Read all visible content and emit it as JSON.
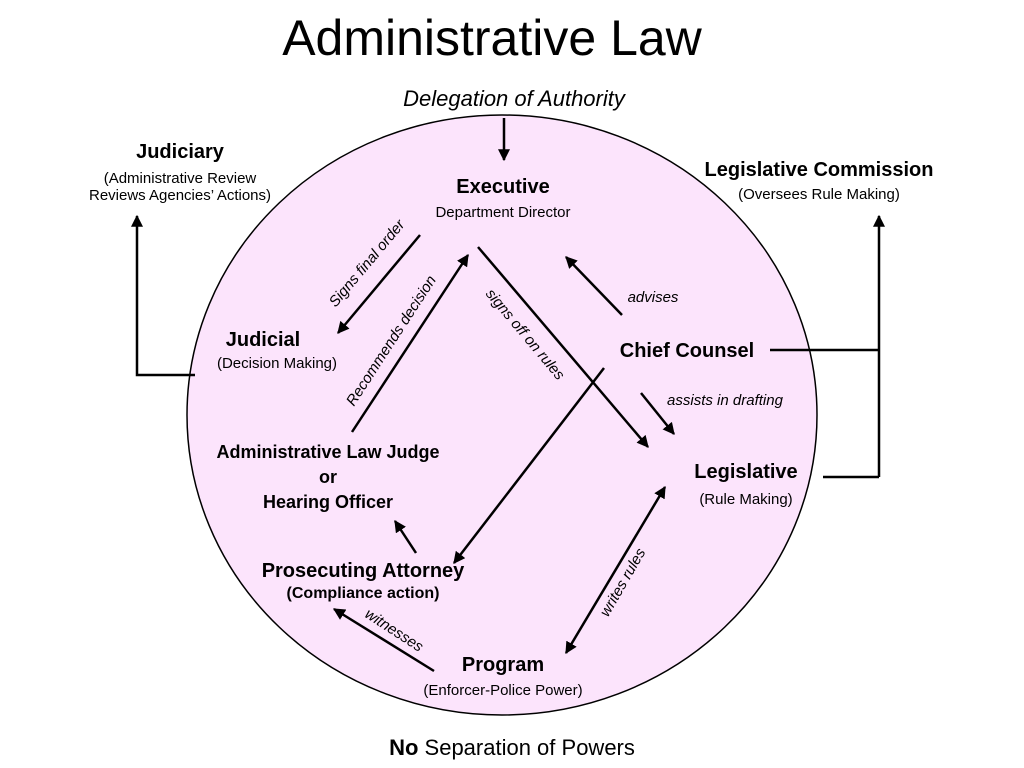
{
  "title": "Administrative Law",
  "subtitle": "Delegation of Authority",
  "footer": {
    "bold": "No",
    "rest": " Separation of Powers"
  },
  "nodes": {
    "judiciary": {
      "name": "Judiciary",
      "line1": "(Administrative Review",
      "line2": "Reviews Agencies’ Actions)"
    },
    "legislative_commission": {
      "name": "Legislative Commission",
      "sub": "(Oversees Rule Making)"
    },
    "executive": {
      "name": "Executive",
      "sub": "Department Director"
    },
    "judicial": {
      "name": "Judicial",
      "sub": "(Decision Making)"
    },
    "chief_counsel": {
      "name": "Chief Counsel"
    },
    "alj": {
      "line1": "Administrative Law Judge",
      "line2": "or",
      "line3": "Hearing Officer"
    },
    "legislative": {
      "name": "Legislative",
      "sub": "(Rule Making)"
    },
    "prosecuting_attorney": {
      "name": "Prosecuting Attorney",
      "sub": "(Compliance action)"
    },
    "program": {
      "name": "Program",
      "sub": "(Enforcer-Police Power)"
    }
  },
  "edge_labels": {
    "signs_final_order": "Signs final order",
    "recommends_decision": "Recommends decision",
    "signs_off_on_rules": "signs off on rules",
    "advises": "advises",
    "assists_in_drafting": "assists in drafting",
    "writes_rules": "writes rules",
    "witnesses": "witnesses"
  },
  "colors": {
    "circle_fill": "#fce4fc",
    "stroke": "#000000"
  }
}
